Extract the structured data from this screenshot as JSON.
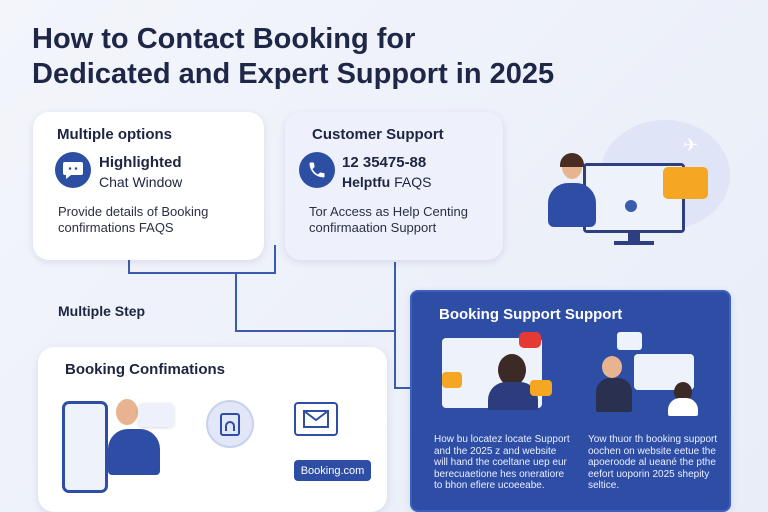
{
  "title": {
    "line1": "How to Contact Booking for",
    "line2": "Dedicated and Expert Support in 2025"
  },
  "card_options": {
    "heading": "Multiple options",
    "item_title": "Highlighted",
    "item_sub": "Chat Window",
    "body1": "Provide details of Booking",
    "body2": "confirmations FAQS"
  },
  "card_support": {
    "heading": "Customer Support",
    "phone": "12 35475-88",
    "sub_bold": "Helptfu",
    "sub_rest": " FAQS",
    "body1": "Tor Access as Help Centing",
    "body2": "confirmaation Support"
  },
  "step_label": "Multiple Step",
  "card_confirm": {
    "heading": "Booking Confimations",
    "button": "Booking.com"
  },
  "card_booking": {
    "heading": "Booking Support Support",
    "left_text": [
      "How bu locatez locate Support",
      "and the 2025 z and website",
      "will hand the coeltane uep eur",
      "berecuaetione hes oneratiore",
      "to bhon efiere ucoeeabe."
    ],
    "right_text": [
      "Yow thuor th booking support",
      "oochen on website eetue the",
      "apoeroode al ueané the pthe",
      "eefort uoporin 2025 shepity",
      "seltice."
    ]
  },
  "colors": {
    "accent": "#2e4ea6",
    "bg": "#eef2fa",
    "text": "#1f2748"
  }
}
